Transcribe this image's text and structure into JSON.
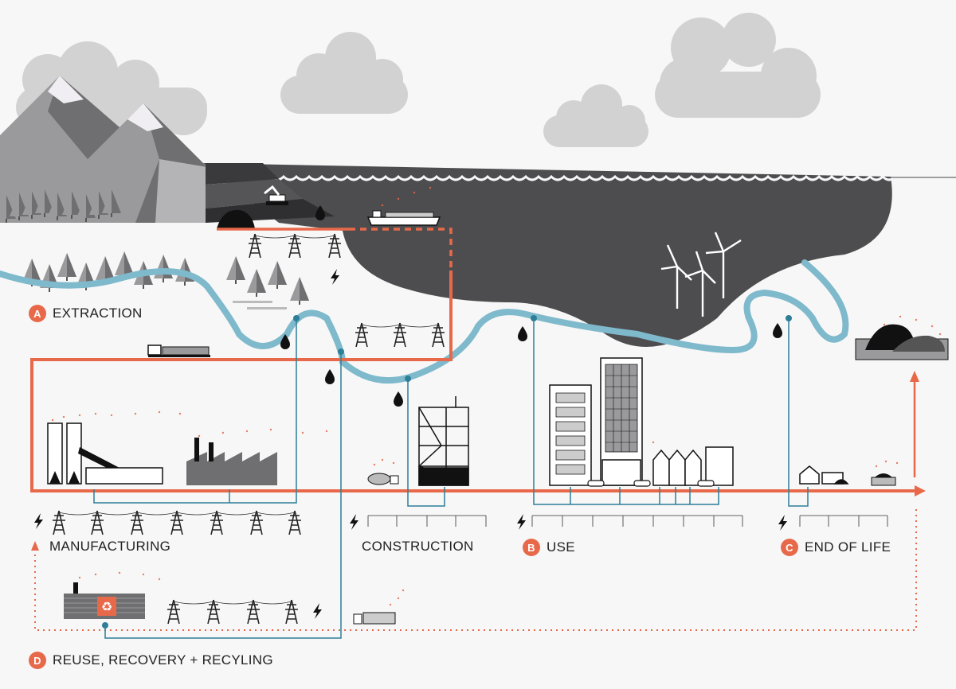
{
  "stages": {
    "extraction": {
      "letter": "A",
      "label": "EXTRACTION"
    },
    "manufacturing": {
      "label": "MANUFACTURING"
    },
    "construction": {
      "label": "CONSTRUCTION"
    },
    "use": {
      "letter": "B",
      "label": "USE"
    },
    "end_of_life": {
      "letter": "C",
      "label": "END OF LIFE"
    },
    "reuse": {
      "letter": "D",
      "label": "REUSE, RECOVERY + RECYLING"
    }
  },
  "colors": {
    "flow": "#e8694a",
    "water": "#7fb9cc",
    "water_line": "#2d7f98",
    "sea": "#4d4d4f",
    "mountain": "#8a8a8c",
    "cloud": "#d2d2d3",
    "tree": "#9a9a9c",
    "background": "#f7f7f7"
  }
}
